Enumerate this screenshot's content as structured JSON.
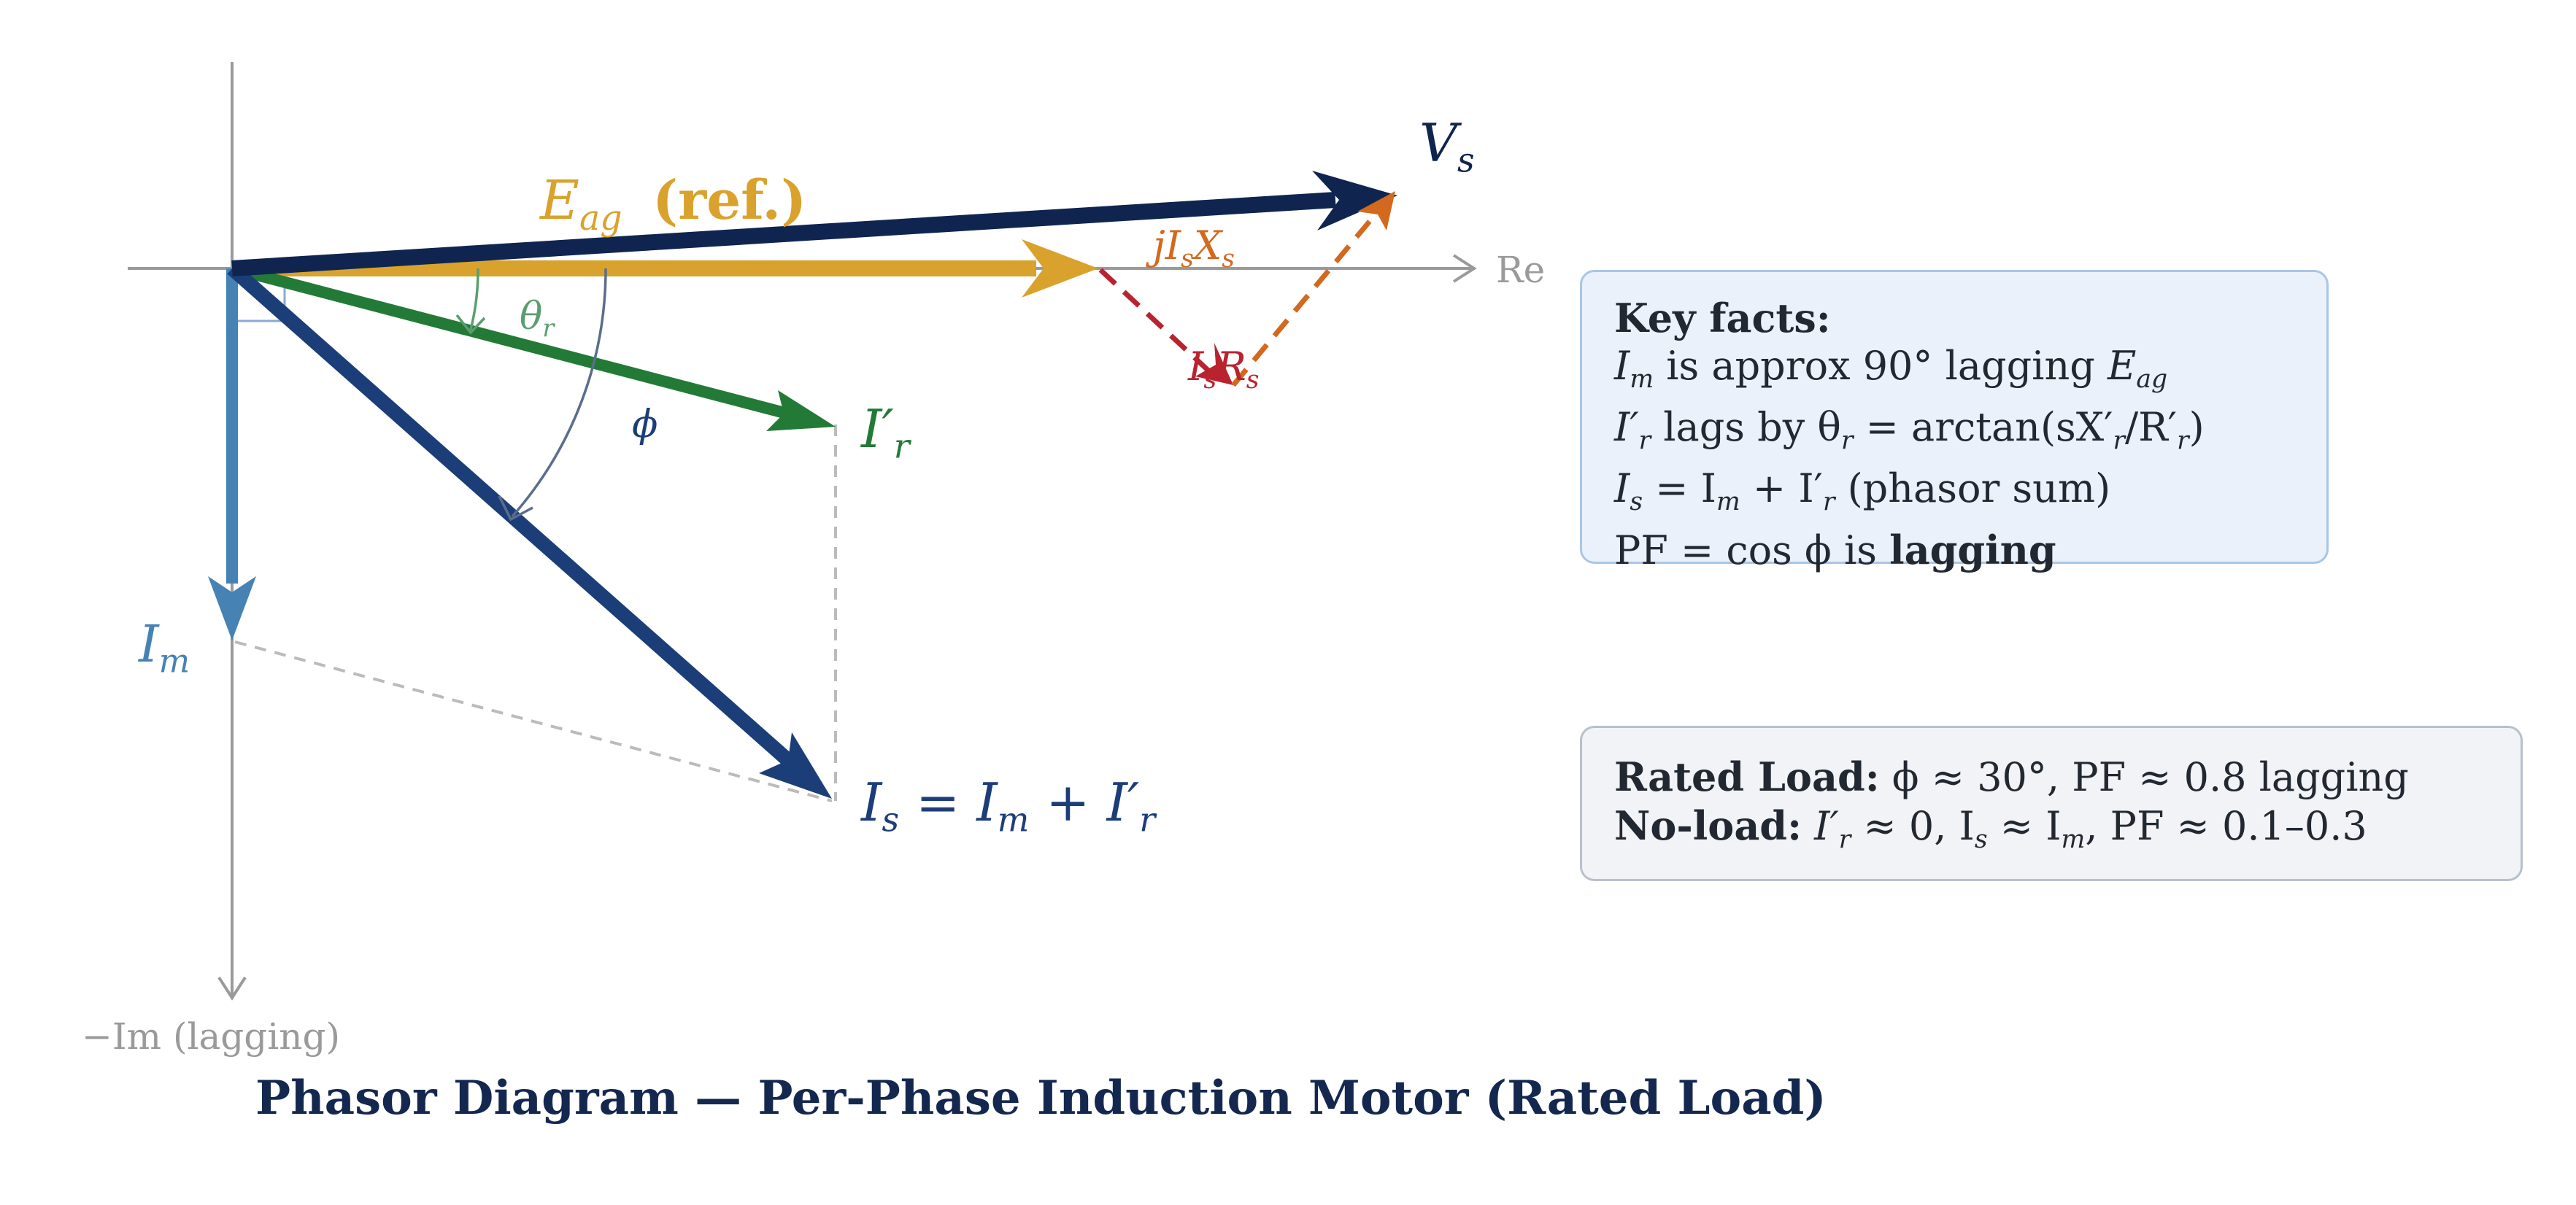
{
  "diagram": {
    "title": "Phasor Diagram — Per-Phase Induction Motor (Rated Load)",
    "axes": {
      "real": "Re",
      "imag": "−Im (lagging)"
    },
    "phasors": {
      "vs": {
        "symbol": "V",
        "sub": "s",
        "color": "#0f2550"
      },
      "eag": {
        "symbol": "E",
        "sub": "ag",
        "tag": "(ref.)",
        "color": "#d9a22d"
      },
      "ir": {
        "symbol": "I′",
        "sub": "r",
        "color": "#237a36"
      },
      "im": {
        "symbol": "I",
        "sub": "m",
        "color": "#4682b4"
      },
      "is": {
        "symbol": "I",
        "sub": "s",
        "rest": "= I",
        "sub2": "m",
        "rest2": "+ I′",
        "sub3": "r",
        "color": "#1c3e78"
      },
      "jisxs": {
        "pre": "jI",
        "sub": "s",
        "mid": "X",
        "sub2": "s",
        "color": "#d2691e"
      },
      "isrs": {
        "pre": "I",
        "sub": "s",
        "mid": "R",
        "sub2": "s",
        "color": "#b8232f"
      }
    },
    "angles": {
      "theta": {
        "symbol": "θ",
        "sub": "r"
      },
      "phi": {
        "symbol": "ϕ"
      }
    }
  },
  "key_facts": {
    "heading": "Key facts:",
    "line1": {
      "a": "I",
      "a_sub": "m",
      "b": " is approx 90° lagging ",
      "c": "E",
      "c_sub": "ag"
    },
    "line2": {
      "a": "I′",
      "a_sub": "r",
      "b": " lags by θ",
      "b_sub": "r",
      "c": " = arctan(sX′",
      "c_sub": "r",
      "d": "/R′",
      "d_sub": "r",
      "e": ")"
    },
    "line3": {
      "a": "I",
      "a_sub": "s",
      "b": " = I",
      "b_sub": "m",
      "c": " + I′",
      "c_sub": "r",
      "d": " (phasor sum)"
    },
    "line4": {
      "a": "PF = cos ϕ is ",
      "b": "lagging"
    }
  },
  "load_notes": {
    "rated_label": "Rated Load:",
    "rated_text": " ϕ ≈ 30°, PF ≈ 0.8 lagging",
    "noload_label": "No-load:",
    "noload_a": " I′",
    "noload_a_sub": "r",
    "noload_b": " ≈ 0, I",
    "noload_b_sub": "s",
    "noload_c": " ≈ I",
    "noload_c_sub": "m",
    "noload_d": ", PF ≈ 0.1–0.3"
  },
  "colors": {
    "axis": "#9a9a9a",
    "key_box_fill": "#eaf1fb",
    "key_box_border": "#a9c6e6",
    "load_box_fill": "#f1f3f6",
    "load_box_border": "#b8c0cc",
    "caption": "#14284f"
  }
}
